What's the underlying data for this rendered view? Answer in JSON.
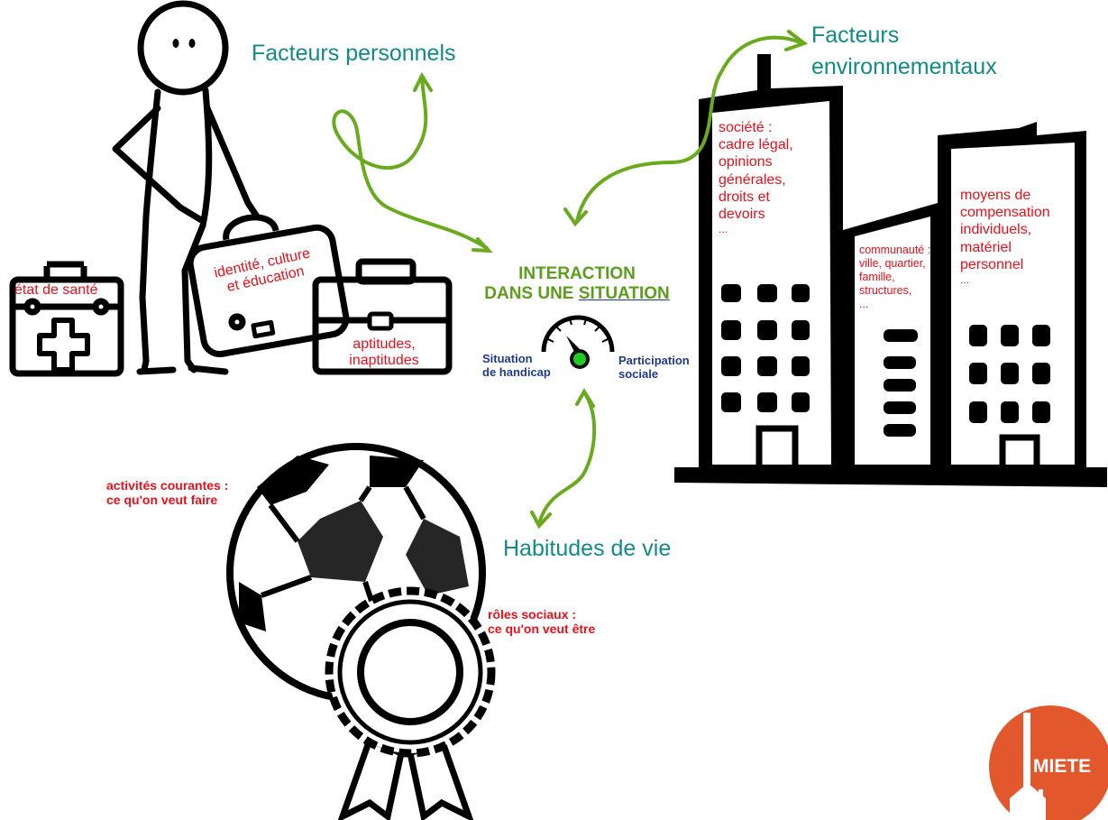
{
  "headings": {
    "personal": "Facteurs personnels",
    "environmental_1": "Facteurs",
    "environmental_2": "environnementaux",
    "habits": "Habitudes de vie"
  },
  "interaction": {
    "line1": "INTERACTION",
    "line2_prefix": "DANS UNE ",
    "line2_underlined": "SITUATION"
  },
  "gauge": {
    "left_line1": "Situation",
    "left_line2": "de handicap",
    "right_line1": "Participation",
    "right_line2": "sociale"
  },
  "personal_items": {
    "health": "état de santé",
    "identity_1": "identité, culture",
    "identity_2": "et éducation",
    "aptitudes_1": "aptitudes,",
    "aptitudes_2": "inaptitudes"
  },
  "environment_items": {
    "society": [
      "société :",
      "cadre légal,",
      "opinions",
      "générales,",
      "droits et",
      "devoirs",
      "..."
    ],
    "community": [
      "communauté :",
      "ville, quartier,",
      "famille,",
      "structures,",
      "..."
    ],
    "compensation": [
      "moyens de",
      "compensation",
      "individuels,",
      "matériel",
      "personnel",
      "..."
    ]
  },
  "habits_items": {
    "activities_1": "activités courantes :",
    "activities_2": "ce qu'on veut faire",
    "roles_1": "rôles sociaux :",
    "roles_2": "ce qu'on veut être"
  },
  "logo": {
    "text": "MIETE"
  },
  "colors": {
    "teal": "#138a8a",
    "red": "#e8101a",
    "green": "#5b9e1c",
    "arrow_green": "#6aaa1e",
    "navy": "#1f3a8a",
    "logo_orange": "#e2572c",
    "gauge_dot": "#22cc22"
  }
}
